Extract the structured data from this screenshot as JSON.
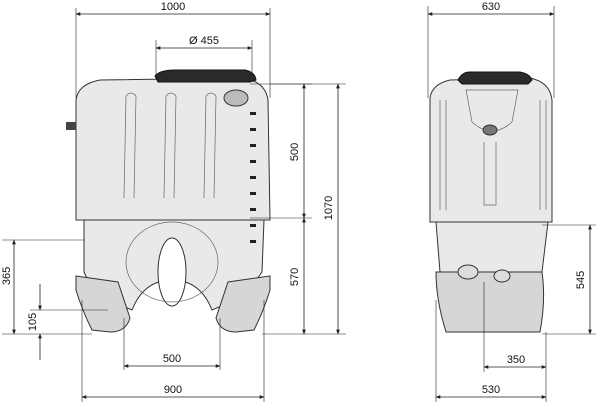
{
  "dimensions": {
    "front_width_top": "1000",
    "front_opening_diameter": "Ø 455",
    "front_upper_height": "500",
    "front_total_height": "1070",
    "front_lower_height": "570",
    "front_left_height": "365",
    "front_foot_height": "105",
    "front_leg_spacing": "500",
    "front_width_bottom": "900",
    "side_width_top": "630",
    "side_lower_height": "545",
    "side_step_width": "350",
    "side_width_bottom": "530"
  }
}
